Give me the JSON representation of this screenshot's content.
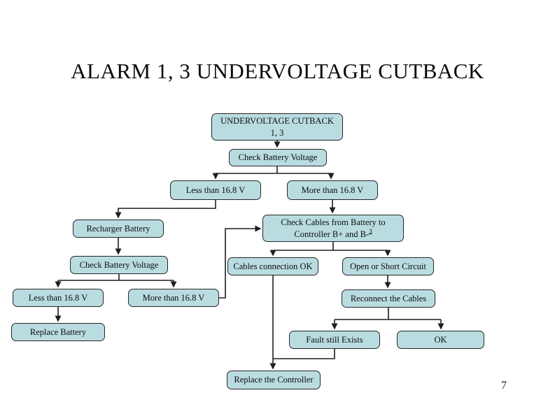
{
  "slide": {
    "title": "ALARM 1, 3 UNDERVOLTAGE CUTBACK",
    "page_number": "7"
  },
  "colors": {
    "background": "#ffffff",
    "node_fill": "#b9dce1",
    "node_border": "#262626",
    "connector": "#1f1f1f",
    "title_text": "#0a0a0a"
  },
  "flowchart": {
    "nodes": {
      "start": {
        "line1": "UNDERVOLTAGE CUTBACK",
        "line2": "1, 3"
      },
      "check_battery_voltage_1": {
        "label": "Check Battery Voltage"
      },
      "less_than_168_top": {
        "label": "Less than 16.8 V"
      },
      "more_than_168_top": {
        "label": "More than 16.8 V"
      },
      "recharger_battery": {
        "label": "Recharger Battery"
      },
      "check_battery_voltage_2": {
        "label": "Check Battery Voltage"
      },
      "less_than_168_bottom": {
        "label": "Less than 16.8 V"
      },
      "more_than_168_bottom": {
        "label": "More than 16.8 V"
      },
      "replace_battery": {
        "label": "Replace Battery"
      },
      "check_cables": {
        "line1": "Check Cables from Battery to",
        "line2": "Controller B+ and B-",
        "footnote": "3"
      },
      "cables_connection_ok": {
        "label": "Cables connection OK"
      },
      "open_or_short_circuit": {
        "label": "Open or Short Circuit"
      },
      "reconnect_cables": {
        "label": "Reconnect the Cables"
      },
      "fault_still_exists": {
        "label": "Fault still Exists"
      },
      "ok": {
        "label": "OK"
      },
      "replace_controller": {
        "label": "Replace the Controller"
      }
    }
  }
}
